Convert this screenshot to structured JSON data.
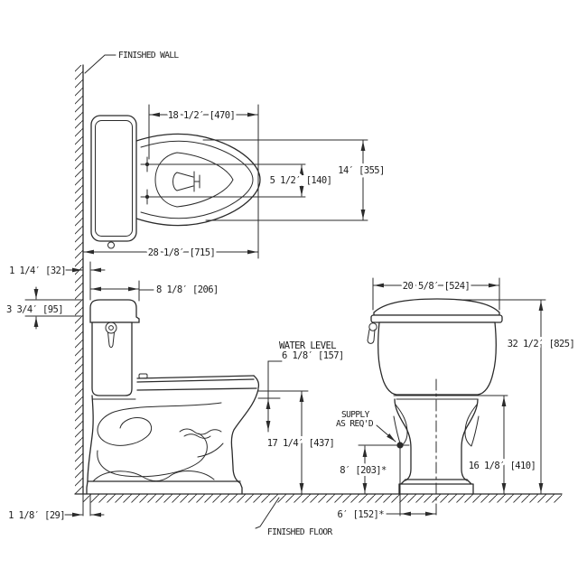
{
  "drawing": {
    "labels": {
      "finished_wall": "FINISHED WALL",
      "finished_floor": "FINISHED FLOOR",
      "water_level_title": "WATER LEVEL",
      "water_level_value": "6 1/8′ [157]",
      "supply_line1": "SUPPLY",
      "supply_line2": "AS REQ'D"
    },
    "dimensions": {
      "plan": {
        "bolts_to_front": "18 1/2′ [470]",
        "wall_to_front": "28 1/8′ [715]",
        "overall_width": "14′ [355]",
        "bolt_spacing": "5 1/2′ [140]"
      },
      "side": {
        "wall_to_tank": "1 1/4′ [32]",
        "lid_height": "3 3/4′ [95]",
        "tank_depth": "8 1/8′ [206]",
        "rim_height": "17 1/4′ [437]",
        "wall_gap_below_floor": "1 1/8′ [29]"
      },
      "front": {
        "tank_width": "20 5/8′ [524]",
        "overall_height": "32 1/2′ [825]",
        "bowl_height": "16 1/8′ [410]",
        "supply_height": "8′ [203]*",
        "supply_offset": "6′ [152]*"
      }
    },
    "colors": {
      "line": "#2b2b2b",
      "background": "#ffffff"
    }
  }
}
